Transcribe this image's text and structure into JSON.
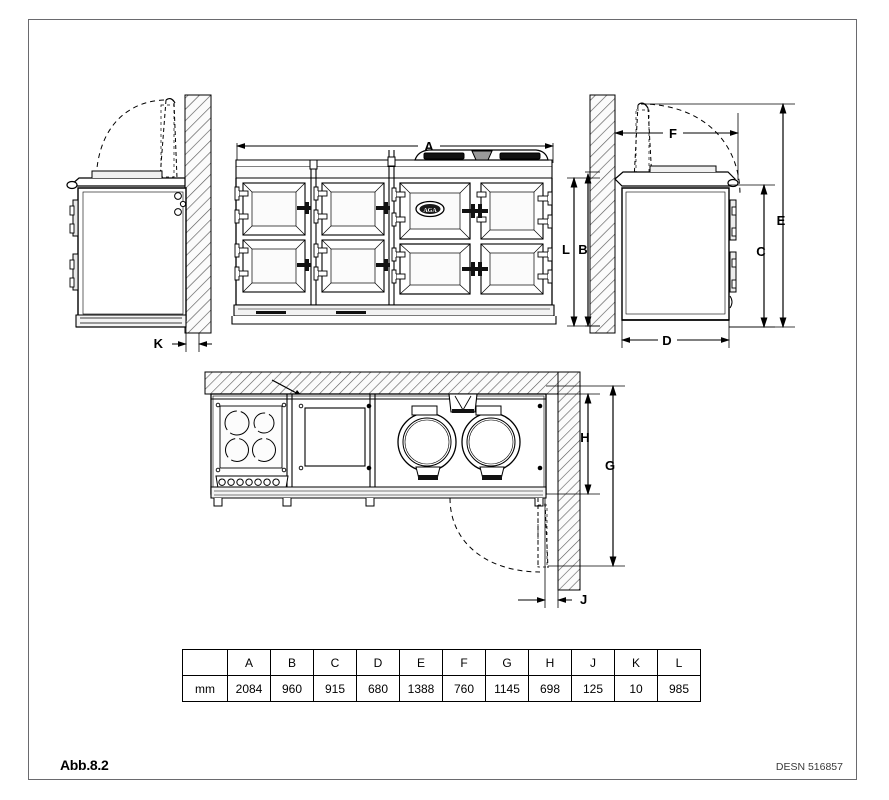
{
  "figure": {
    "caption": "Abb.8.2",
    "drawing_number": "DESN 516857",
    "product": "aga-range-cooker-installation-drawing"
  },
  "views": {
    "front": {
      "name": "front-elevation",
      "oven_doors": 8,
      "hotplate_lids": 2,
      "badge": "AGA"
    },
    "side_right": {
      "name": "right-side-elevation"
    },
    "side_left": {
      "name": "left-side-elevation"
    },
    "plan": {
      "name": "plan-view"
    }
  },
  "dimension_labels": {
    "A": "A",
    "B": "B",
    "C": "C",
    "D": "D",
    "E": "E",
    "F": "F",
    "G": "G",
    "H": "H",
    "J": "J",
    "K": "K",
    "L": "L"
  },
  "table": {
    "unit_label": "mm",
    "corner_label": "",
    "headers": [
      "A",
      "B",
      "C",
      "D",
      "E",
      "F",
      "G",
      "H",
      "J",
      "K",
      "L"
    ],
    "values": [
      "2084",
      "960",
      "915",
      "680",
      "1388",
      "760",
      "1145",
      "698",
      "125",
      "10",
      "985"
    ]
  },
  "colors": {
    "line": "#000000",
    "frame_border": "#6a6a6e",
    "hatch": "#555555",
    "fill_light": "#f2f2f2",
    "background": "#ffffff"
  }
}
